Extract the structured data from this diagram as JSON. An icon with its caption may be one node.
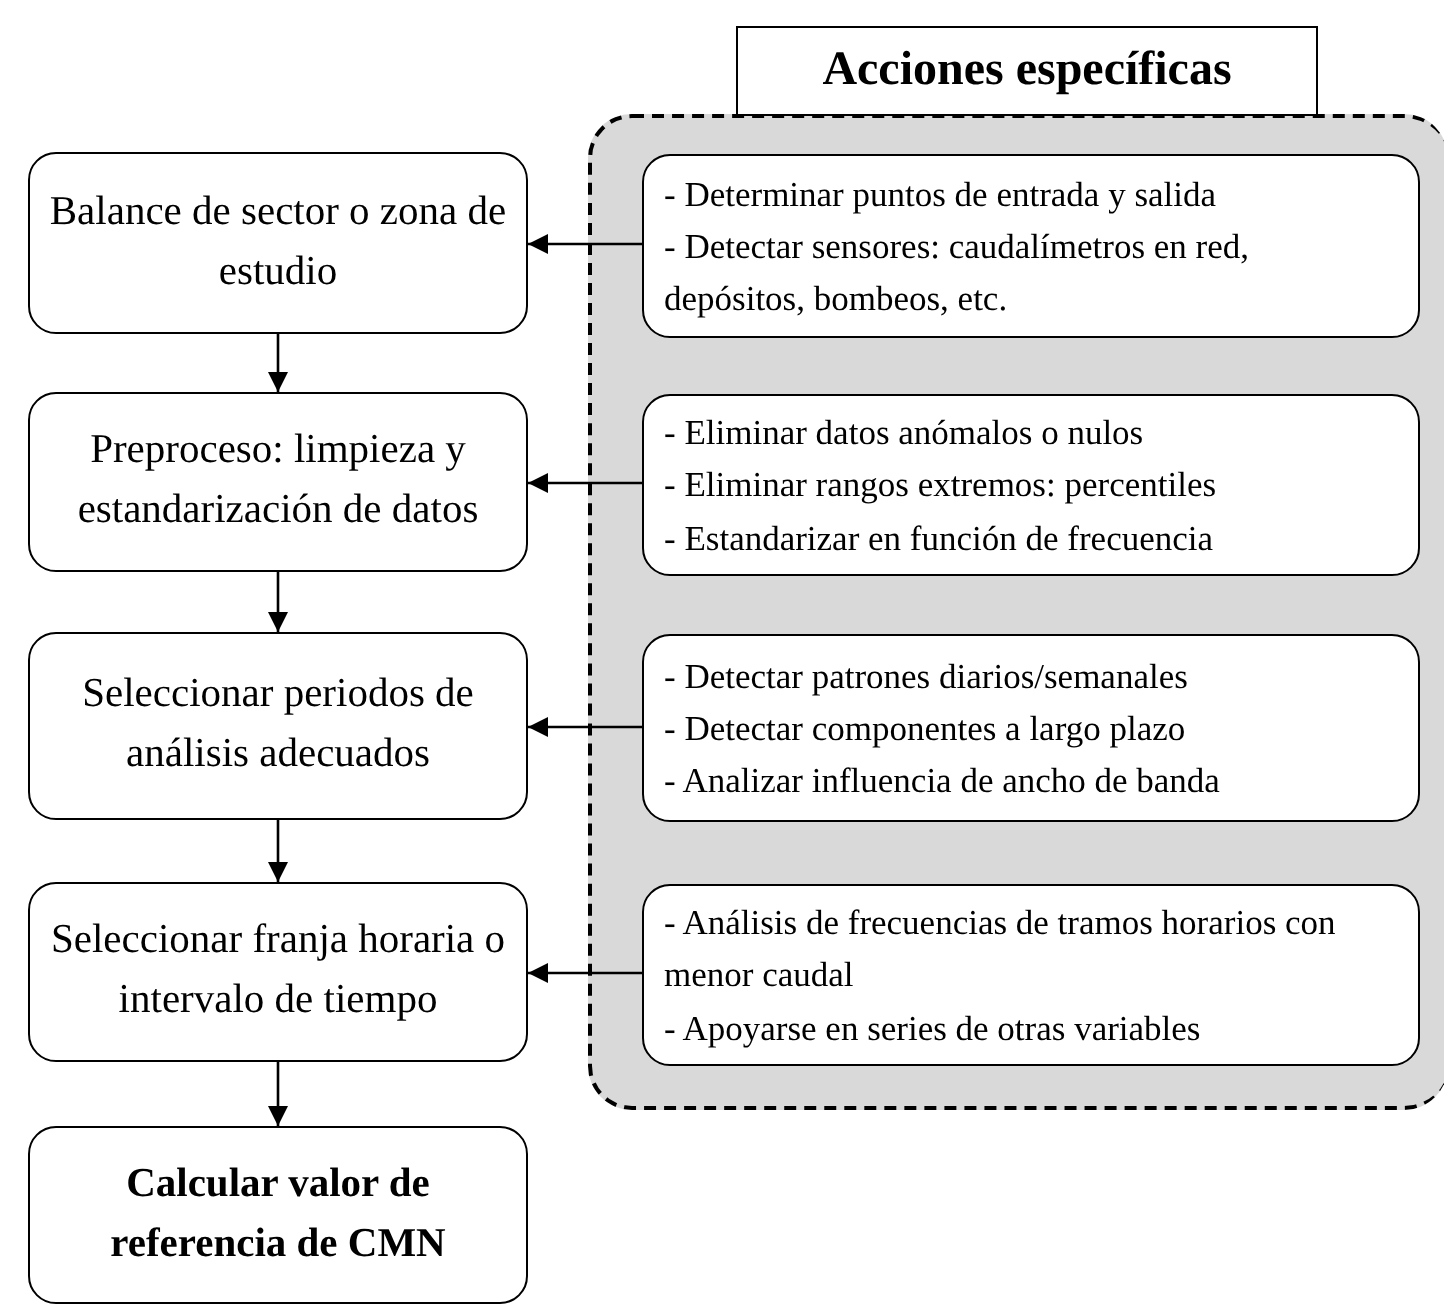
{
  "diagram": {
    "nodes": [
      {
        "text": [
          "Balance de sector o zona de estudio"
        ]
      },
      {
        "text": [
          "Preproceso: limpieza y estandarización de datos"
        ]
      },
      {
        "text": [
          "Seleccionar periodos de análisis adecuados"
        ]
      },
      {
        "text": [
          "Seleccionar franja horaria o intervalo de tiempo"
        ]
      },
      {
        "text": [
          "Calcular valor de referencia de CMN"
        ]
      },
      {
        "text": [
          "Acciones específicas"
        ]
      },
      {
        "text": [
          "- Determinar puntos de entrada y salida",
          "- Detectar sensores: caudalímetros en red, depósitos, bombeos, etc."
        ],
        "in": 5
      },
      {
        "text": [
          "- Eliminar datos anómalos o nulos",
          "- Eliminar rangos extremos: percentiles",
          "- Estandarizar en función de frecuencia"
        ],
        "in": 5
      },
      {
        "text": [
          "- Detectar patrones diarios/semanales",
          "- Detectar componentes a largo plazo",
          "- Analizar influencia de ancho de banda"
        ],
        "in": 5
      },
      {
        "text": [
          "- Análisis de frecuencias de tramos horarios con menor caudal",
          "- Apoyarse en series de otras variables"
        ],
        "in": 5
      }
    ],
    "edges": [
      {
        "from": 0,
        "to": 1,
        "arrow": "to"
      },
      {
        "from": 1,
        "to": 2,
        "arrow": "to"
      },
      {
        "from": 2,
        "to": 3,
        "arrow": "to"
      },
      {
        "from": 3,
        "to": 4,
        "arrow": "to"
      },
      {
        "from": 6,
        "to": 0,
        "arrow": "to"
      },
      {
        "from": 7,
        "to": 1,
        "arrow": "to"
      },
      {
        "from": 8,
        "to": 2,
        "arrow": "to"
      },
      {
        "from": 9,
        "to": 3,
        "arrow": "to"
      }
    ]
  }
}
